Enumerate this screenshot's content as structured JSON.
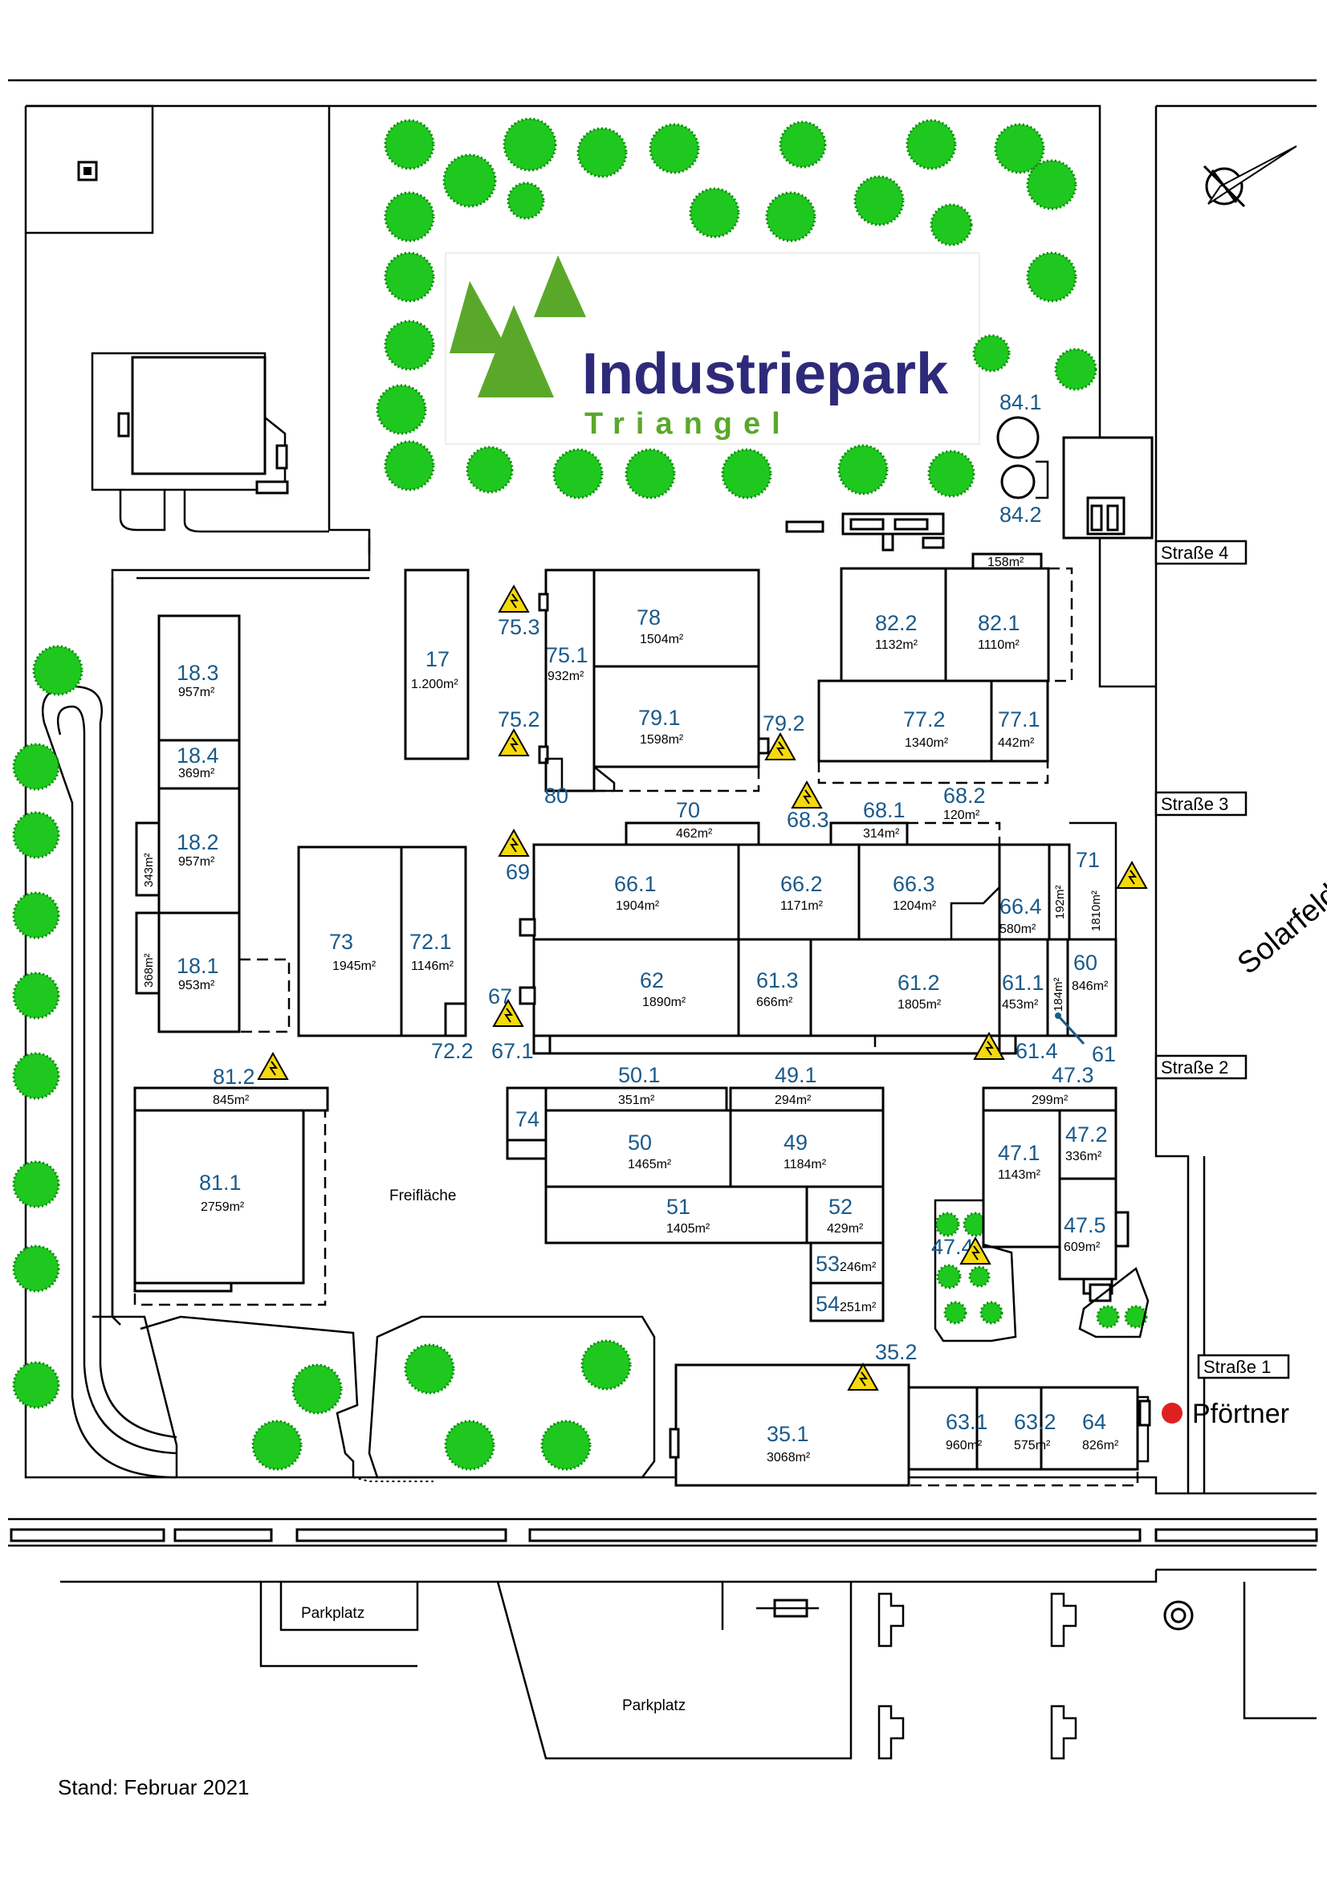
{
  "logo": {
    "title": "Industriepark",
    "subtitle": "Triangel",
    "colors": {
      "title": "#2e2a7a",
      "subtitle": "#5aa82a",
      "triangles": "#5aa82a"
    }
  },
  "streets": {
    "s4": "Straße 4",
    "s3": "Straße 3",
    "s2": "Straße 2",
    "s1": "Straße 1"
  },
  "labels": {
    "solarfeld": "Solarfeld",
    "freiflaeche": "Freifläche",
    "parkplatz_1": "Parkplatz",
    "parkplatz_2": "Parkplatz",
    "pfoertner": "Pförtner",
    "stand": "Stand: Februar 2021"
  },
  "buildings": {
    "b18_3": {
      "num": "18.3",
      "area": "957m²"
    },
    "b18_4": {
      "num": "18.4",
      "area": "369m²"
    },
    "b18_2": {
      "num": "18.2",
      "area": "957m²"
    },
    "b18_1": {
      "num": "18.1",
      "area": "953m²"
    },
    "b343": {
      "area": "343m²"
    },
    "b368": {
      "area": "368m²"
    },
    "b17": {
      "num": "17",
      "area": "1.200m²"
    },
    "b73": {
      "num": "73",
      "area": "1945m²"
    },
    "b72_1": {
      "num": "72.1",
      "area": "1146m²"
    },
    "b72_2": {
      "num": "72.2"
    },
    "b75_1": {
      "num": "75.1",
      "area": "932m²"
    },
    "b75_2": {
      "num": "75.2"
    },
    "b75_3": {
      "num": "75.3"
    },
    "b78": {
      "num": "78",
      "area": "1504m²"
    },
    "b79_1": {
      "num": "79.1",
      "area": "1598m²"
    },
    "b79_2": {
      "num": "79.2"
    },
    "b80": {
      "num": "80"
    },
    "b82_2": {
      "num": "82.2",
      "area": "1132m²"
    },
    "b82_1": {
      "num": "82.1",
      "area": "1110m²"
    },
    "b158": {
      "area": "158m²"
    },
    "b77_2": {
      "num": "77.2",
      "area": "1340m²"
    },
    "b77_1": {
      "num": "77.1",
      "area": "442m²"
    },
    "b84_1": {
      "num": "84.1"
    },
    "b84_2": {
      "num": "84.2"
    },
    "b70": {
      "num": "70",
      "area": "462m²"
    },
    "b68_1": {
      "num": "68.1",
      "area": "314m²"
    },
    "b68_2": {
      "num": "68.2",
      "area": "120m²"
    },
    "b68_3": {
      "num": "68.3"
    },
    "b69": {
      "num": "69"
    },
    "b66_1": {
      "num": "66.1",
      "area": "1904m²"
    },
    "b66_2": {
      "num": "66.2",
      "area": "1171m²"
    },
    "b66_3": {
      "num": "66.3",
      "area": "1204m²"
    },
    "b66_4": {
      "num": "66.4",
      "area": "580m²"
    },
    "b192": {
      "area": "192m²"
    },
    "b71": {
      "num": "71",
      "area": "1810m²"
    },
    "b62": {
      "num": "62",
      "area": "1890m²"
    },
    "b61_3": {
      "num": "61.3",
      "area": "666m²"
    },
    "b61_2": {
      "num": "61.2",
      "area": "1805m²"
    },
    "b61_1": {
      "num": "61.1",
      "area": "453m²"
    },
    "b184": {
      "area": "184m²"
    },
    "b60": {
      "num": "60",
      "area": "846m²"
    },
    "b67": {
      "num": "67"
    },
    "b67_1": {
      "num": "67.1"
    },
    "b61_4": {
      "num": "61.4"
    },
    "b61": {
      "num": "61"
    },
    "b81_2": {
      "num": "81.2",
      "area": "845m²"
    },
    "b81_1": {
      "num": "81.1",
      "area": "2759m²"
    },
    "b50_1": {
      "num": "50.1",
      "area": "351m²"
    },
    "b49_1": {
      "num": "49.1",
      "area": "294m²"
    },
    "b74": {
      "num": "74"
    },
    "b50": {
      "num": "50",
      "area": "1465m²"
    },
    "b49": {
      "num": "49",
      "area": "1184m²"
    },
    "b51": {
      "num": "51",
      "area": "1405m²"
    },
    "b52": {
      "num": "52",
      "area": "429m²"
    },
    "b53": {
      "num": "53",
      "area": "246m²"
    },
    "b54": {
      "num": "54",
      "area": "251m²"
    },
    "b47_3": {
      "num": "47.3",
      "area": "299m²"
    },
    "b47_1": {
      "num": "47.1",
      "area": "1143m²"
    },
    "b47_2": {
      "num": "47.2",
      "area": "336m²"
    },
    "b47_5": {
      "num": "47.5",
      "area": "609m²"
    },
    "b47_4": {
      "num": "47.4"
    },
    "b35_2": {
      "num": "35.2"
    },
    "b35_1": {
      "num": "35.1",
      "area": "3068m²"
    },
    "b63_1": {
      "num": "63.1",
      "area": "960m²"
    },
    "b63_2": {
      "num": "63.2",
      "area": "575m²"
    },
    "b64": {
      "num": "64",
      "area": "826m²"
    }
  },
  "icons": [
    "compass-icon",
    "warning-sign-icon",
    "tree-icon",
    "gatehouse-marker-icon"
  ],
  "colors": {
    "tree": "#1fc81f",
    "warning": "#f5d90a",
    "number": "#1a5a8a",
    "gate": "#e02020"
  }
}
